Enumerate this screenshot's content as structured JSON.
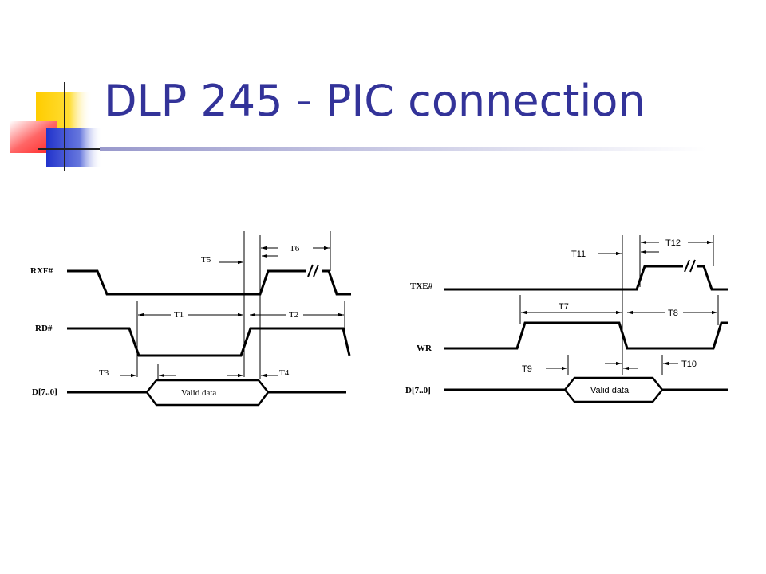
{
  "slide": {
    "title_part1": "DLP 245",
    "title_dash": "–",
    "title_part2": "PIC connection"
  },
  "read_diagram": {
    "signals": [
      "RXF#",
      "RD#",
      "D[7..0]"
    ],
    "timings": [
      "T1",
      "T2",
      "T3",
      "T4",
      "T5",
      "T6"
    ],
    "data_label": "Valid data"
  },
  "write_diagram": {
    "signals": [
      "TXE#",
      "WR",
      "D[7..0]"
    ],
    "timings": [
      "T7",
      "T8",
      "T9",
      "T10",
      "T11",
      "T12"
    ],
    "data_label": "Valid data"
  },
  "colors": {
    "title": "#333399",
    "accent_yellow": "#ffcc00",
    "accent_red": "#ff3333",
    "accent_blue": "#3333cc"
  }
}
